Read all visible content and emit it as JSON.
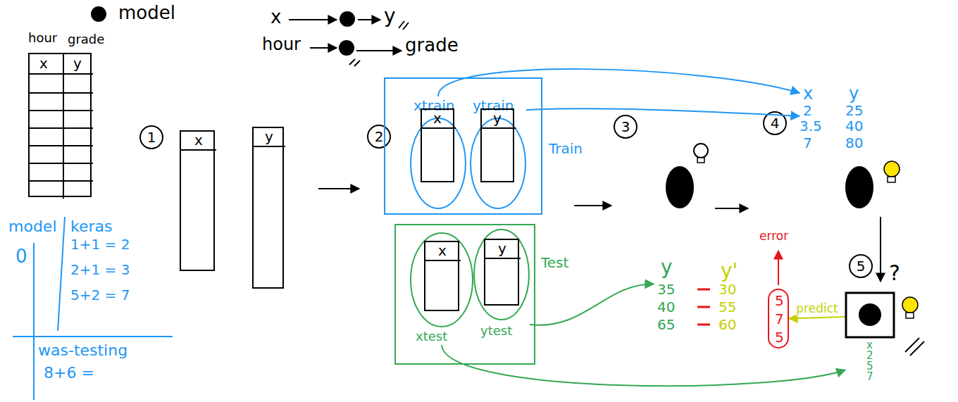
{
  "diagram": {
    "nodes": [
      {
        "text": [
          "x",
          "y"
        ]
      },
      {
        "text": [
          "x"
        ]
      },
      {
        "text": [
          "y"
        ]
      },
      {
        "text": [
          "Train"
        ]
      },
      {
        "text": [
          "xtrain"
        ],
        "in": 3
      },
      {
        "text": [
          "x"
        ],
        "in": 4
      },
      {
        "text": [
          "ytrain"
        ],
        "in": 3
      },
      {
        "text": [
          "y"
        ],
        "in": 6
      },
      {
        "text": [
          "Test"
        ]
      },
      {
        "text": [
          "xtest"
        ],
        "in": 8
      },
      {
        "text": [
          "x"
        ],
        "in": 9
      },
      {
        "text": [
          "ytest"
        ],
        "in": 8
      },
      {
        "text": [
          "y"
        ],
        "in": 11
      },
      {
        "text": [
          "x",
          "y",
          "2",
          "3.5",
          "7",
          "25",
          "40",
          "80"
        ]
      },
      {
        "text": [
          "y",
          "35",
          "40",
          "65"
        ]
      },
      {
        "text": [
          "y'",
          "30",
          "55",
          "60"
        ]
      },
      {
        "text": [
          "5",
          "7",
          "5"
        ]
      },
      {
        "text": [
          "?",
          "x",
          "2",
          "5",
          "7"
        ]
      }
    ],
    "edges": [
      {
        "from": 4,
        "to": 13,
        "arrow": "to"
      },
      {
        "from": 6,
        "to": 13,
        "arrow": "to"
      },
      {
        "from": 11,
        "to": 14,
        "arrow": "to"
      },
      {
        "from": 9,
        "to": 17,
        "arrow": "to"
      },
      {
        "from": 17,
        "to": 16,
        "label": "predict",
        "arrow": "to"
      }
    ],
    "labels": [
      "model",
      "x",
      "y",
      "hour",
      "grade",
      "hour",
      "grade",
      "1",
      "2",
      "3",
      "4",
      "5",
      "model",
      "keras",
      "0",
      "1+1 = 2",
      "2+1 = 3",
      "5+2 = 7",
      "was-testing",
      "8+6 =",
      "error"
    ]
  }
}
